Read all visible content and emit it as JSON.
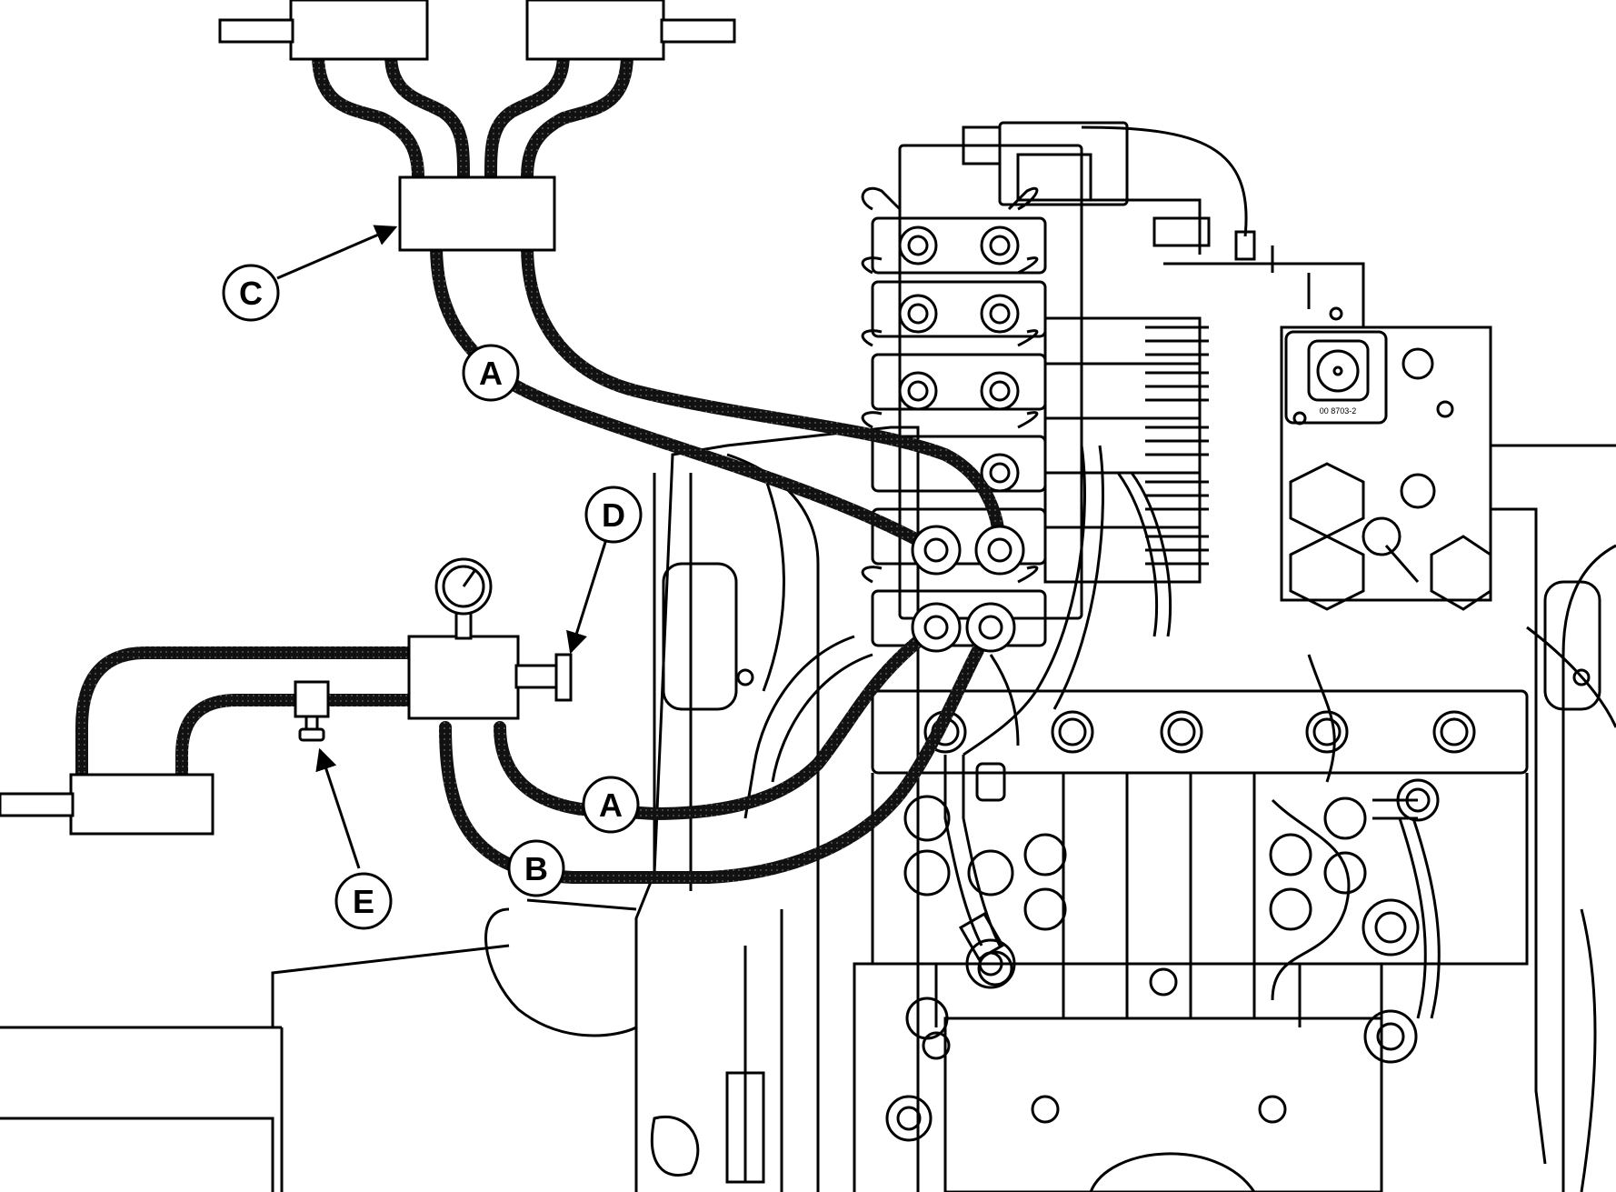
{
  "colors": {
    "ink": "#000000",
    "paper": "#ffffff",
    "hose": "#1a1a1a"
  },
  "callouts": {
    "a_upper": "A",
    "a_lower": "A",
    "b": "B",
    "c": "C",
    "d": "D",
    "e": "E"
  },
  "plate_marking": "00 8703-2"
}
